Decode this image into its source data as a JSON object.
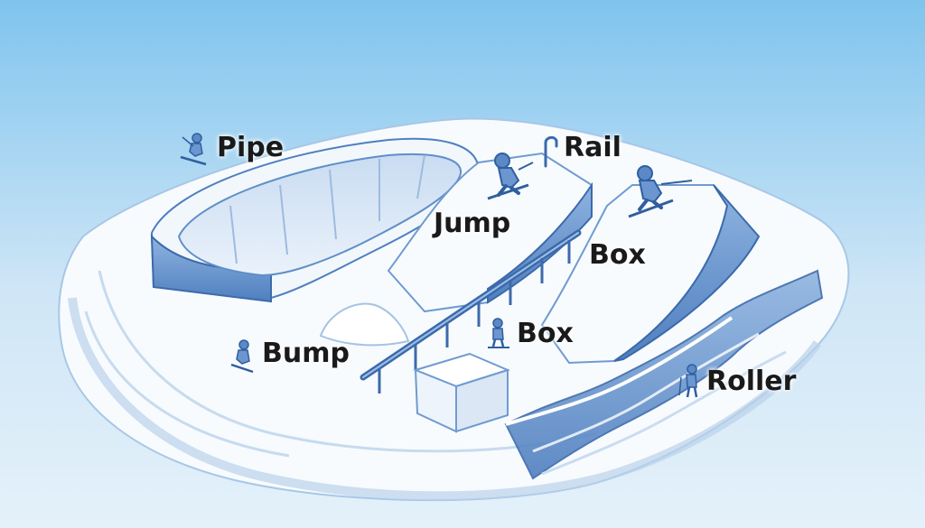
{
  "labels": {
    "pipe": "Pipe",
    "rail": "Rail",
    "jump": "Jump",
    "box_upper": "Box",
    "box_lower": "Box",
    "bump": "Bump",
    "roller": "Roller"
  },
  "icons": {
    "pipe": "skier-icon",
    "rail": "rail-icon",
    "bump": "skier-icon",
    "box_lower": "skier-icon",
    "roller": "skier-icon"
  },
  "colors": {
    "sky_top": "#7fc4ee",
    "sky_bottom": "#e4f1fa",
    "snow": "#f7fbfe",
    "shadow_blue": "#5f8fc8",
    "ink": "#2f5fa0",
    "label_text": "#1a1a1a"
  }
}
